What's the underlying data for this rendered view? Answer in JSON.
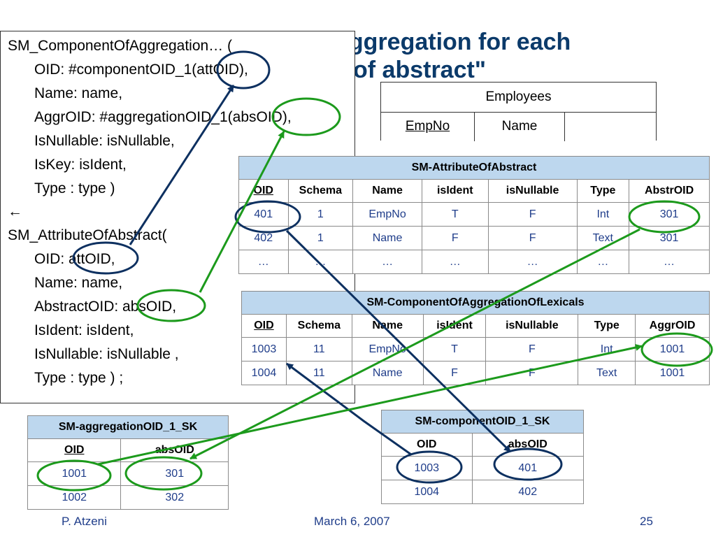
{
  "title": {
    "line1": "aggregation for each",
    "line2": "of abstract\""
  },
  "rule": {
    "lines": [
      "SM_ComponentOfAggregation… (",
      "OID: #componentOID_1(attOID),",
      "Name: name,",
      "AggrOID: #aggregationOID_1(absOID),",
      "IsNullable: isNullable,",
      "IsKey: isIdent,",
      "Type : type )",
      "←",
      "SM_AttributeOfAbstract(",
      "OID: attOID,",
      "Name: name,",
      "AbstractOID: absOID,",
      "IsIdent: isIdent,",
      "IsNullable: isNullable ,",
      "Type : type ) ;"
    ]
  },
  "employees": {
    "title": "Employees",
    "col1": "EmpNo",
    "col2": "Name",
    "col3": ""
  },
  "attr_table": {
    "caption": "SM-AttributeOfAbstract",
    "headers": [
      "OID",
      "Schema",
      "Name",
      "isIdent",
      "isNullable",
      "Type",
      "AbstrOID"
    ],
    "rows": [
      [
        "401",
        "1",
        "EmpNo",
        "T",
        "F",
        "Int",
        "301"
      ],
      [
        "402",
        "1",
        "Name",
        "F",
        "F",
        "Text",
        "301"
      ],
      [
        "…",
        "…",
        "…",
        "…",
        "…",
        "…",
        "…"
      ]
    ]
  },
  "lex_table": {
    "caption": "SM-ComponentOfAggregationOfLexicals",
    "headers": [
      "OID",
      "Schema",
      "Name",
      "isIdent",
      "isNullable",
      "Type",
      "AggrOID"
    ],
    "rows": [
      [
        "1003",
        "11",
        "EmpNo",
        "T",
        "F",
        "Int",
        "1001"
      ],
      [
        "1004",
        "11",
        "Name",
        "F",
        "F",
        "Text",
        "1001"
      ]
    ]
  },
  "agg_sk": {
    "caption": "SM-aggregationOID_1_SK",
    "headers": [
      "OID",
      "absOID"
    ],
    "rows": [
      [
        "1001",
        "301"
      ],
      [
        "1002",
        "302"
      ]
    ]
  },
  "comp_sk": {
    "caption": "SM-componentOID_1_SK",
    "headers": [
      "OID",
      "absOID"
    ],
    "rows": [
      [
        "1003",
        "401"
      ],
      [
        "1004",
        "402"
      ]
    ]
  },
  "footer": {
    "author": "P. Atzeni",
    "date": "March 6, 2007",
    "page": "25"
  },
  "colors": {
    "title": "#0b3a6a",
    "table_header": "#bdd7ee",
    "cell_text": "#1f3d8a",
    "navy_marker": "#0d3060",
    "green_marker": "#1c9a1c"
  }
}
